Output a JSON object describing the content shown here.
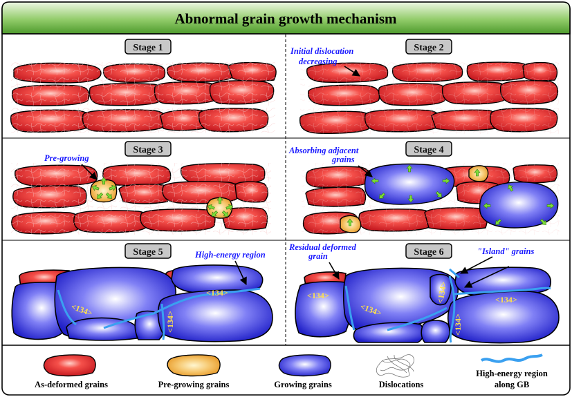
{
  "title": "Abnormal grain growth mechanism",
  "stages": [
    {
      "label": "Stage 1"
    },
    {
      "label": "Stage 2",
      "annotations": [
        "Initial dislocation",
        "decreasing"
      ]
    },
    {
      "label": "Stage 3",
      "annotations": [
        "Pre-growing"
      ]
    },
    {
      "label": "Stage 4",
      "annotations": [
        "Absorbing adjacent",
        "grains"
      ]
    },
    {
      "label": "Stage 5",
      "annotations": [
        "High-energy region"
      ],
      "orientation": "<134>"
    },
    {
      "label": "Stage 6",
      "annotations": [
        "Residual deformed",
        "grain",
        "\"Island\" grains"
      ],
      "orientation": "<134>"
    }
  ],
  "legend": [
    {
      "label": "As-deformed grains",
      "icon": "red-grain-icon"
    },
    {
      "label": "Pre-growing grains",
      "icon": "orange-grain-icon"
    },
    {
      "label": "Growing grains",
      "icon": "blue-grain-icon"
    },
    {
      "label": "Dislocations",
      "icon": "dislocation-tangle-icon"
    },
    {
      "label": "High-energy region",
      "label2": "along GB",
      "icon": "blue-wave-icon"
    }
  ],
  "colors": {
    "title_bar": "#5eaa3c",
    "deformed_grain": "#e8262a",
    "pregrowing_grain": "#f4b64c",
    "growing_grain": "#4a4ae8",
    "high_energy": "#3aa0f0",
    "annotation_text": "#1a1aff",
    "orientation_text": "#ffe24a"
  }
}
